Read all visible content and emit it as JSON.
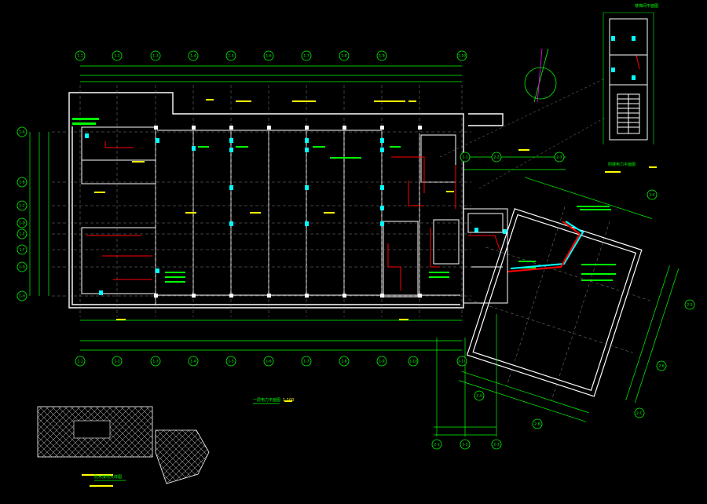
{
  "drawing": {
    "title": "一层电力平面图",
    "scale": "1:100",
    "stair_title": "楼梯间平面图",
    "wing_title": "附楼电力平面图",
    "detail_title": "防水接地大样图",
    "colors": {
      "background": "#000000",
      "axis": "#00ff00",
      "walls": "#ffffff",
      "grid": "#808080",
      "text": "#00ff00",
      "annotation": "#ffff00",
      "circuit": "#ff0000",
      "equipment": "#00ffff",
      "link": "#ff00ff"
    }
  },
  "top_axes": [
    "1-1",
    "1-2",
    "1-3",
    "1-4",
    "1-5",
    "1-6",
    "1-7",
    "1-8",
    "1-9",
    "1-10"
  ],
  "bottom_axes": [
    "1-1",
    "1-2",
    "1-3",
    "1-4",
    "1-5",
    "1-6",
    "1-7",
    "1-8",
    "1-9",
    "1-10",
    "1-11"
  ],
  "left_axes": [
    "1-A",
    "1-B",
    "1-C",
    "1-D",
    "1-E",
    "1-F",
    "1-G",
    "1-H"
  ],
  "wing_axes": [
    "2-1",
    "2-2",
    "2-3",
    "2-4",
    "2-5",
    "2-6",
    "2-A",
    "2-B",
    "2-C"
  ],
  "lower_axes": [
    "2-1",
    "2-2",
    "2-3"
  ]
}
